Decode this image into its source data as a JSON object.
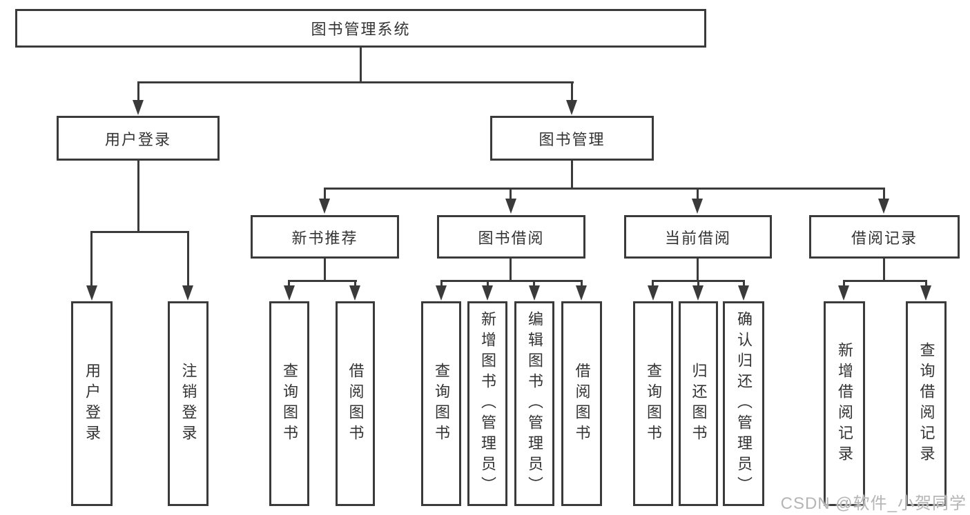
{
  "diagram": {
    "root": {
      "label": "图书管理系统",
      "children": [
        {
          "label": "用户登录",
          "children": [
            {
              "label": "用户登录"
            },
            {
              "label": "注销登录"
            }
          ]
        },
        {
          "label": "图书管理",
          "children": [
            {
              "label": "新书推荐",
              "children": [
                {
                  "label": "查询图书"
                },
                {
                  "label": "借阅图书"
                }
              ]
            },
            {
              "label": "图书借阅",
              "children": [
                {
                  "label": "查询图书"
                },
                {
                  "label": "新增图书（管理员）"
                },
                {
                  "label": "编辑图书（管理员）"
                },
                {
                  "label": "借阅图书"
                }
              ]
            },
            {
              "label": "当前借阅",
              "children": [
                {
                  "label": "查询图书"
                },
                {
                  "label": "归还图书"
                },
                {
                  "label": "确认归还（管理员）"
                }
              ]
            },
            {
              "label": "借阅记录",
              "children": [
                {
                  "label": "新增借阅记录"
                },
                {
                  "label": "查询借阅记录"
                }
              ]
            }
          ]
        }
      ]
    },
    "watermark": "CSDN @软件_小贺同学",
    "colors": {
      "line": "#3a3a3a",
      "text": "#333333",
      "watermark": "#b5b5b5",
      "background": "#ffffff"
    }
  }
}
